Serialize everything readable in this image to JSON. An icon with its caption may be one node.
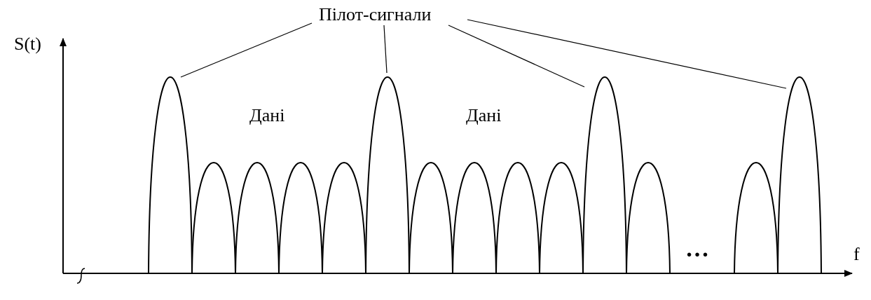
{
  "diagram": {
    "nodes": [
      {
        "text": [
          "Пілот-сигнали"
        ]
      },
      {
        "text": [],
        "shape": "arch"
      },
      {
        "text": [],
        "shape": "arch"
      },
      {
        "text": [],
        "shape": "arch"
      },
      {
        "text": [],
        "shape": "arch"
      }
    ],
    "edges": [
      {
        "from": 0,
        "to": 1,
        "arrow": "none"
      },
      {
        "from": 0,
        "to": 2,
        "arrow": "none"
      },
      {
        "from": 0,
        "to": 3,
        "arrow": "none"
      },
      {
        "from": 0,
        "to": 4,
        "arrow": "none"
      }
    ],
    "labels": [
      "S(t)",
      "Дані",
      "Дані",
      "…",
      "f"
    ]
  }
}
